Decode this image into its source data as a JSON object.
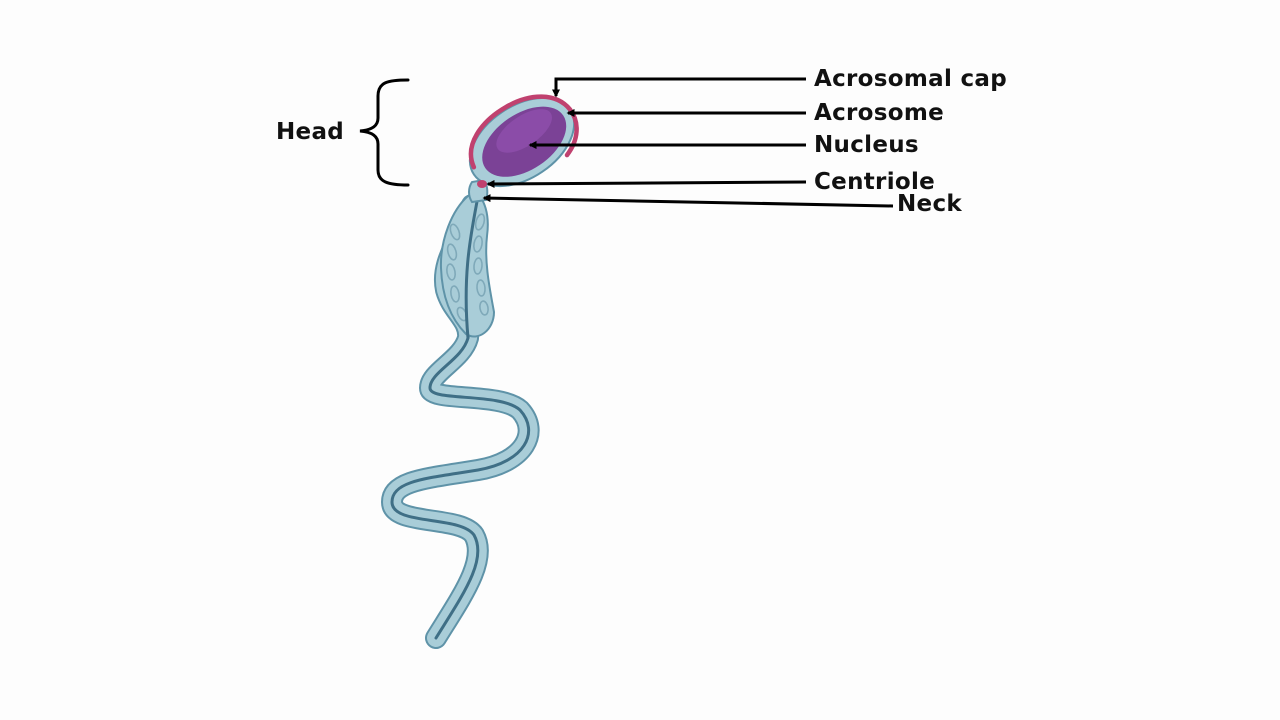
{
  "diagram": {
    "labels": {
      "head": "Head",
      "acrosomal_cap": "Acrosomal cap",
      "acrosome": "Acrosome",
      "nucleus": "Nucleus",
      "centriole": "Centriole",
      "neck": "Neck"
    },
    "colors": {
      "background": "#fdfdfd",
      "tail_fill": "#a9cdd8",
      "tail_outline": "#5f93a8",
      "axial_filament": "#3f6f86",
      "nucleus": "#7b4296",
      "nucleus_highlight": "#9050ad",
      "acrosome_cap": "#c0416f",
      "centriole": "#c0416f",
      "mitochondria": "#8fb8c7",
      "arrow": "#000000"
    }
  }
}
